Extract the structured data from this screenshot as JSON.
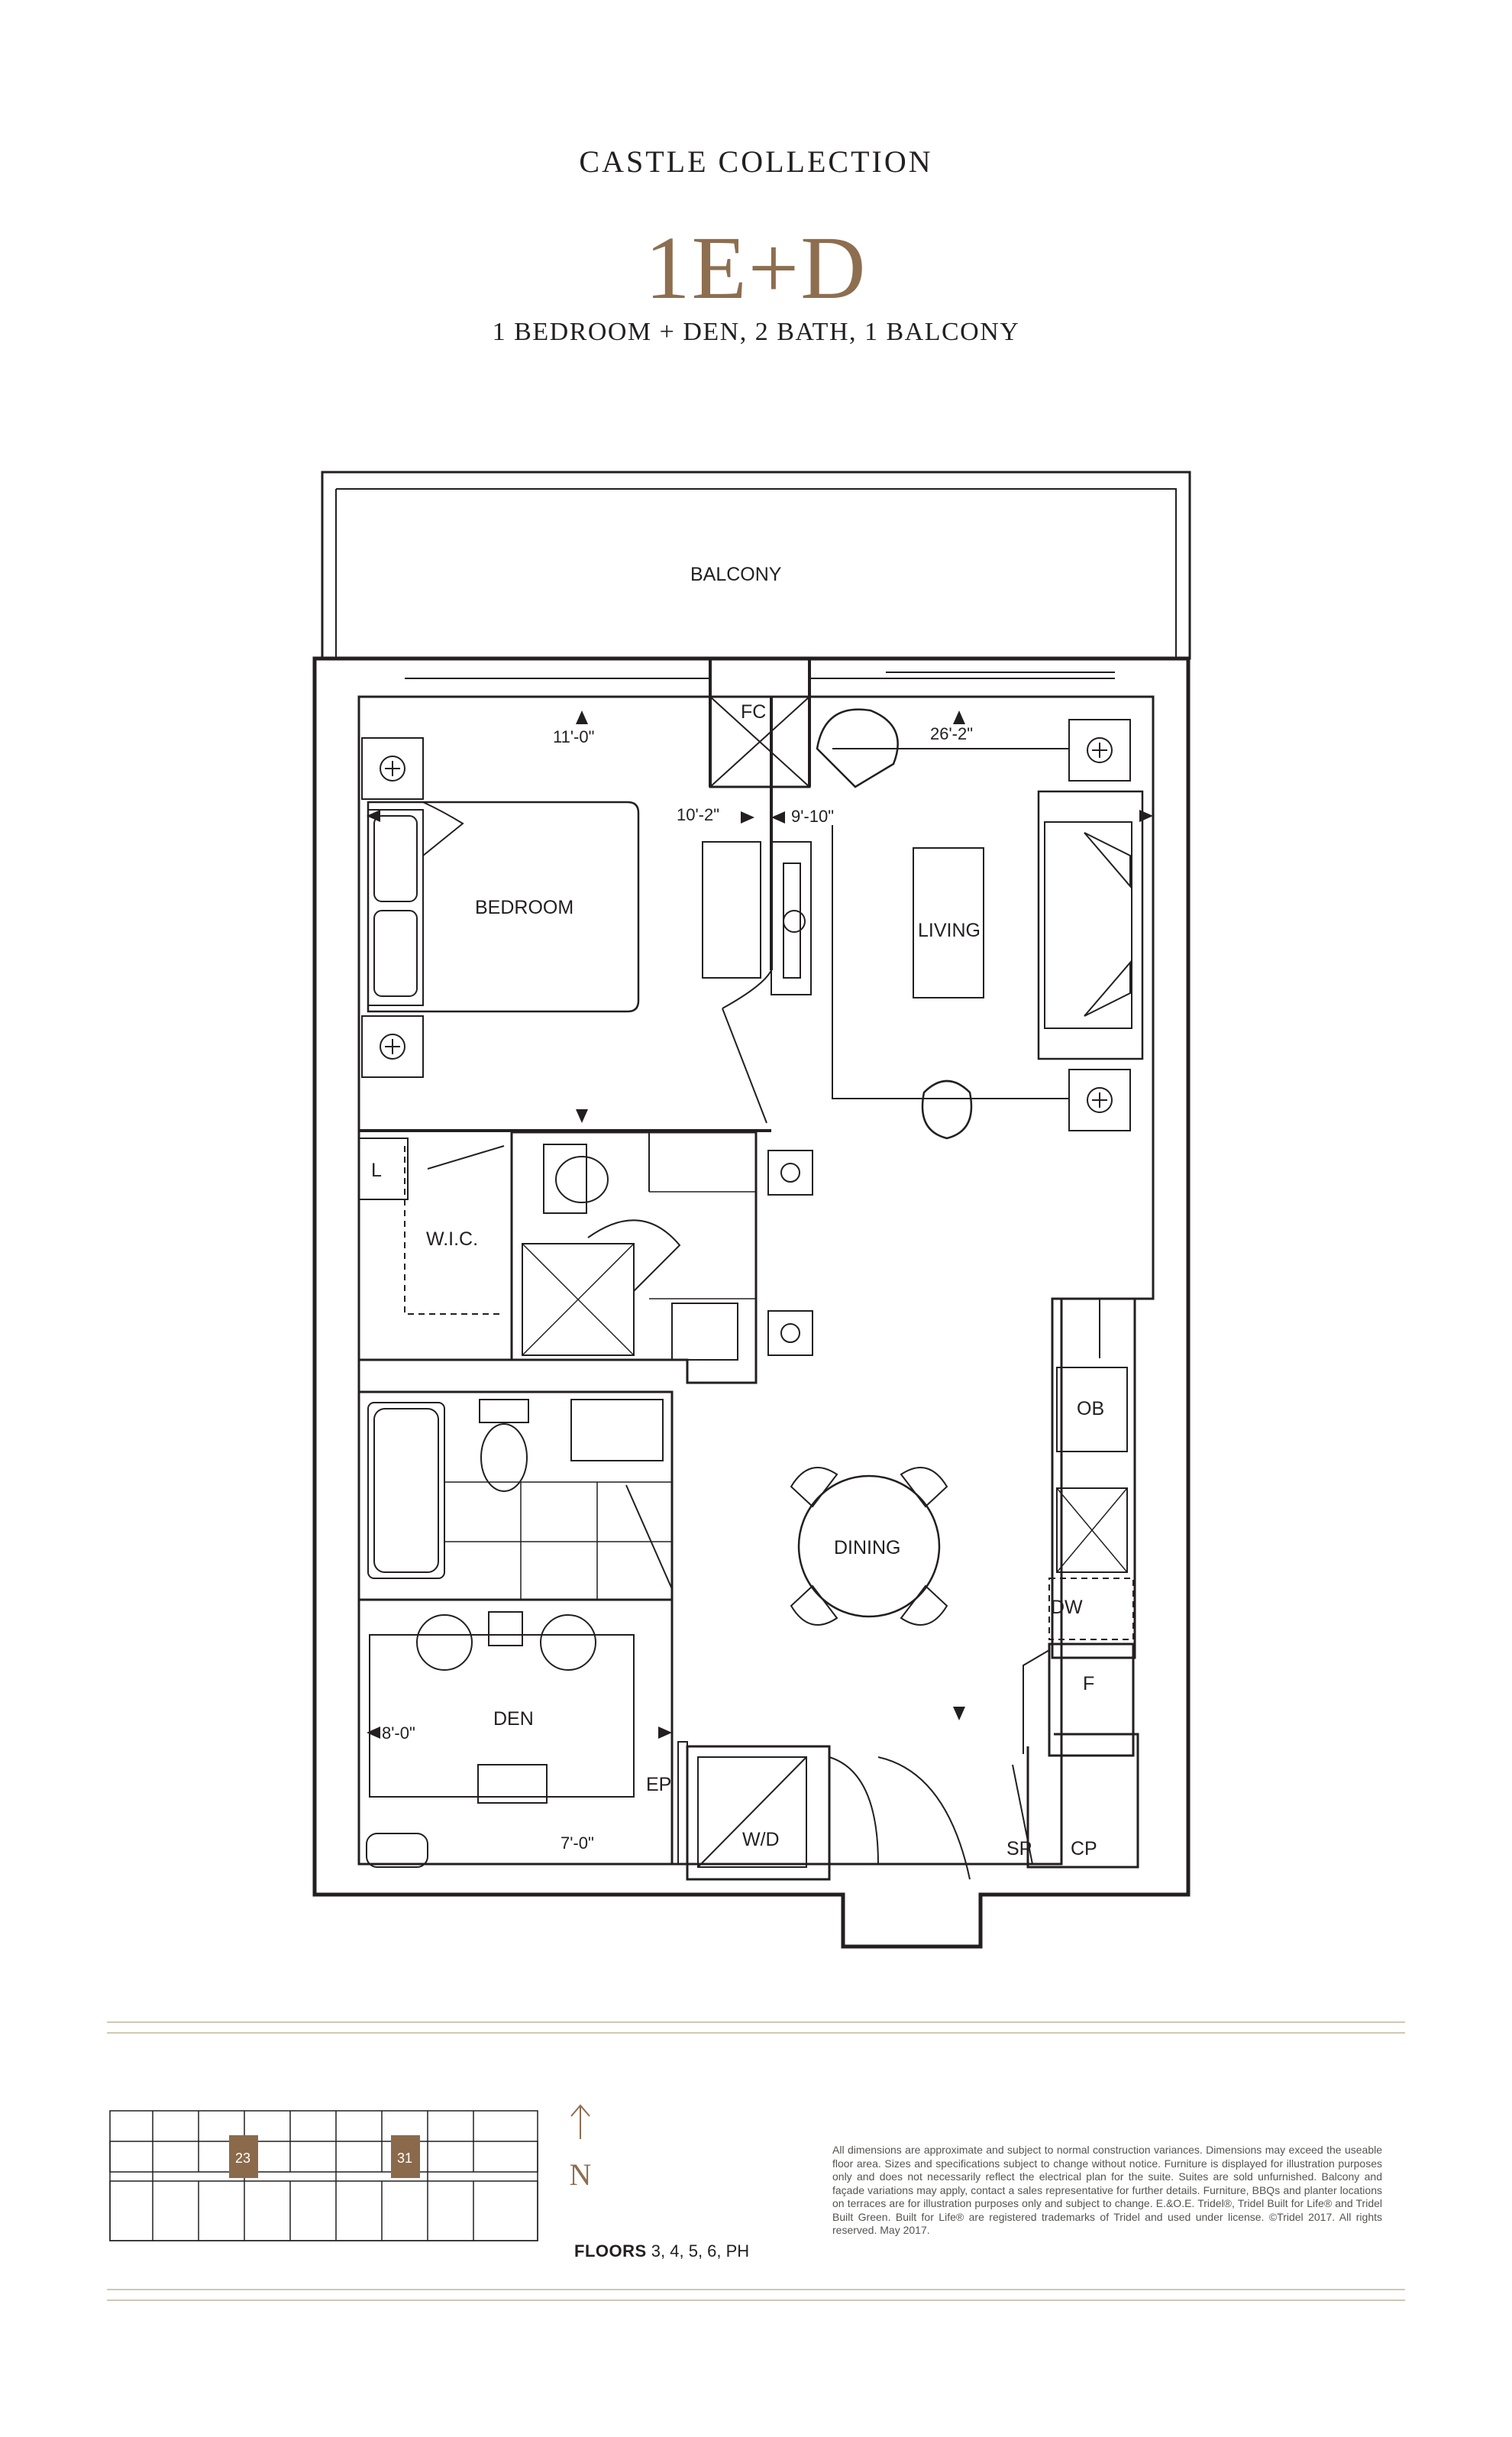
{
  "header": {
    "collection": "CASTLE COLLECTION",
    "suite_name": "1E+D",
    "suite_description": "1 BEDROOM + DEN, 2 BATH, 1 BALCONY"
  },
  "rooms": {
    "balcony": "BALCONY",
    "bedroom": "BEDROOM",
    "living": "LIVING",
    "dining": "DINING",
    "den": "DEN",
    "wic": "W.I.C.",
    "linen": "L",
    "fireplace_closet": "FC",
    "oven": "OB",
    "dishwasher": "DW",
    "fridge": "F",
    "washer_dryer": "W/D",
    "electrical_panel": "EP",
    "sprinkler": "SP",
    "coat_closet": "CP"
  },
  "dimensions": {
    "bedroom_width": "11'-0\"",
    "bedroom_depth": "10'-2\"",
    "living_depth": "9'-10\"",
    "living_width": "26'-2\"",
    "den_width": "8'-0\"",
    "den_depth": "7'-0\""
  },
  "keyplan": {
    "unit_a": "23",
    "unit_b": "31",
    "highlight_color": "#8a6a4b"
  },
  "north_label": "N",
  "floors": {
    "label": "FLOORS",
    "values": "3, 4, 5, 6, PH"
  },
  "colors": {
    "accent": "#8d6e4f",
    "line": "#231f20",
    "rule": "#cfc8b4"
  },
  "disclaimer": "All dimensions are approximate and subject to normal construction variances. Dimensions may exceed the useable floor area. Sizes and specifications subject to change without notice. Furniture is displayed for illustration purposes only and does not necessarily reflect the electrical plan for the suite. Suites are sold unfurnished. Balcony and façade variations may apply, contact a sales representative for further details. Furniture, BBQs and planter locations on terraces are for illustration purposes only and subject to change. E.&O.E. Tridel®, Tridel Built for Life® and Tridel Built Green. Built for Life® are registered trademarks of Tridel and used under license. ©Tridel 2017. All rights reserved. May 2017."
}
